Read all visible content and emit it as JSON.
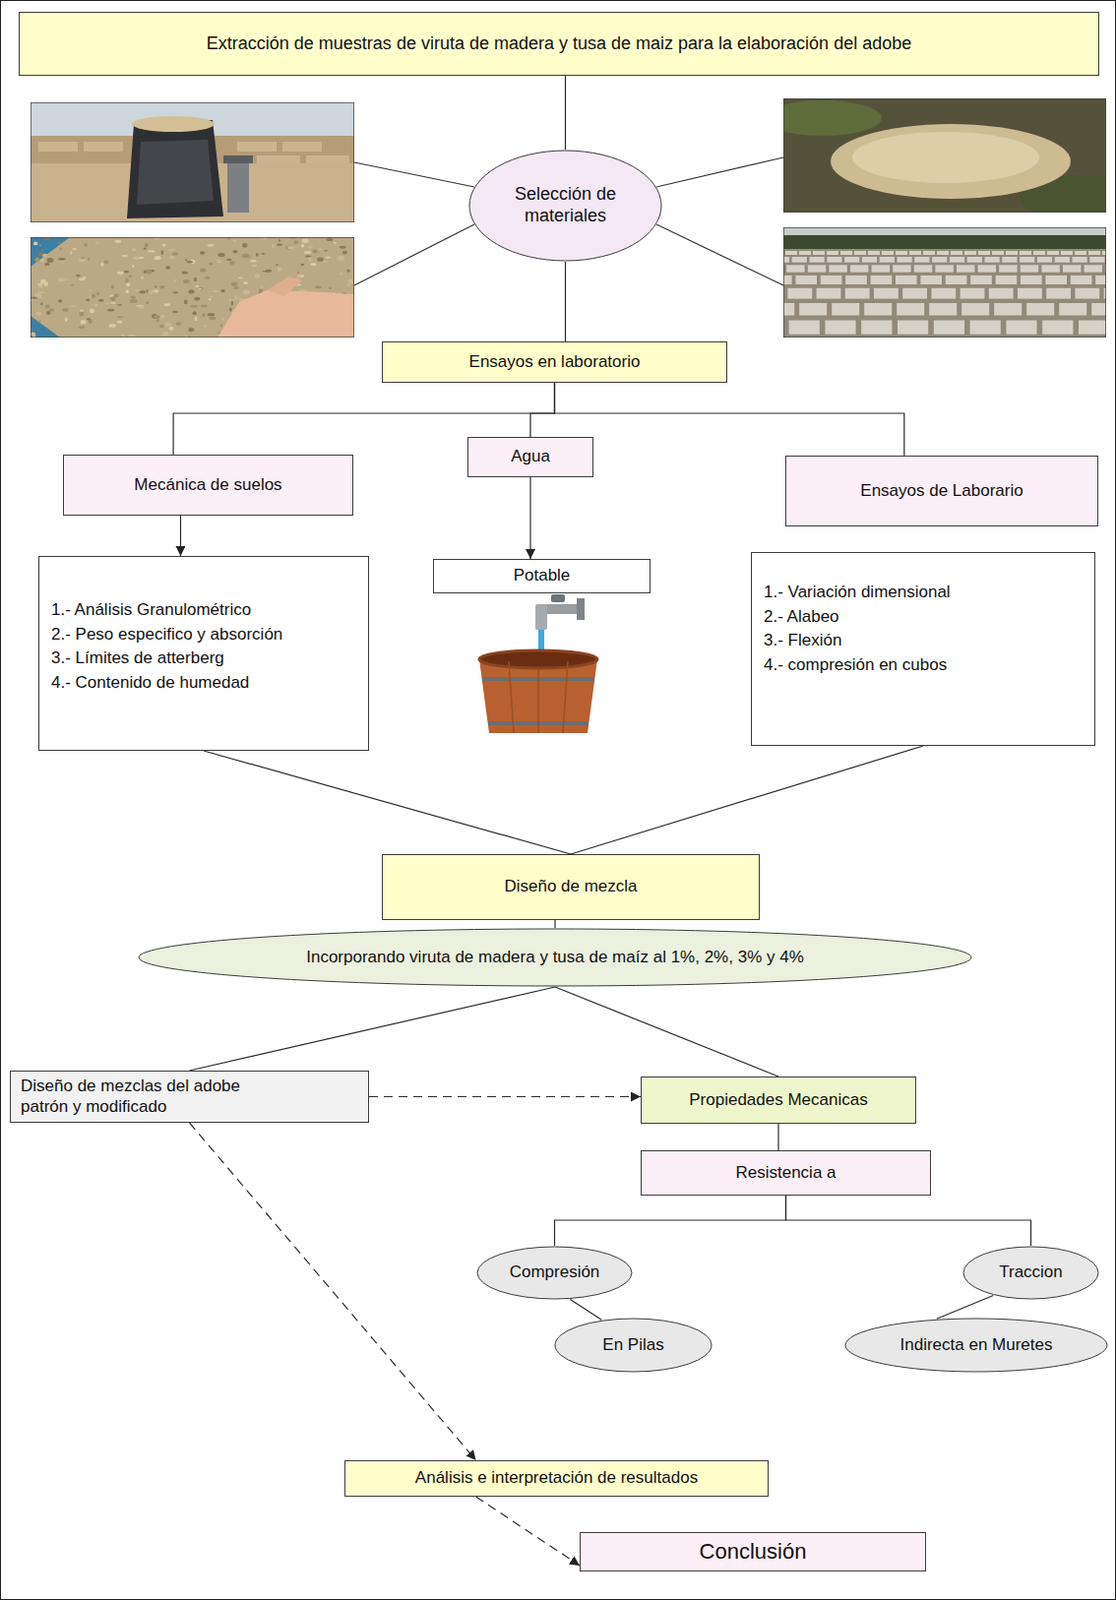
{
  "diagram": {
    "nodes": [
      {
        "text": [
          "Extracción de muestras de viruta de madera y tusa de maiz para la elaboración del adobe"
        ]
      },
      {
        "text": [
          "Selección de materiales"
        ]
      },
      {
        "text": [
          "Ensayos en laboratorio"
        ]
      },
      {
        "text": [
          "Mecánica de suelos"
        ]
      },
      {
        "text": [
          "Agua"
        ]
      },
      {
        "text": [
          "Ensayos de Laborario"
        ]
      },
      {
        "text": [
          "1.- Análisis Granulométrico",
          "2.- Peso especifico y absorción",
          "3.- Límites de atterberg",
          "4.- Contenido de humedad"
        ]
      },
      {
        "text": [
          "Potable"
        ]
      },
      {
        "text": [
          "1.- Variación dimensional",
          "2.- Alabeo",
          "3.- Flexión",
          "4.- compresión en cubos"
        ]
      },
      {
        "text": [
          "Diseño de mezcla"
        ]
      },
      {
        "text": [
          "Incorporando viruta de madera y tusa de maíz al 1%, 2%, 3% y 4%"
        ]
      },
      {
        "text": [
          "Diseño de mezclas del adobe patrón y modificado"
        ]
      },
      {
        "text": [
          "Propiedades Mecanicas"
        ]
      },
      {
        "text": [
          "Resistencia a"
        ]
      },
      {
        "text": [
          "Compresión"
        ]
      },
      {
        "text": [
          "En Pilas"
        ]
      },
      {
        "text": [
          "Traccion"
        ]
      },
      {
        "text": [
          "Indirecta en Muretes"
        ]
      },
      {
        "text": [
          "Análisis e interpretación de resultados"
        ]
      },
      {
        "text": [
          "Conclusión"
        ]
      }
    ],
    "edges": [
      {
        "from": 0,
        "to": 1,
        "arrow": "none"
      },
      {
        "from": 1,
        "to": 2,
        "arrow": "none"
      },
      {
        "from": 2,
        "to": 3,
        "arrow": "none"
      },
      {
        "from": 2,
        "to": 4,
        "arrow": "none"
      },
      {
        "from": 2,
        "to": 5,
        "arrow": "none"
      },
      {
        "from": 3,
        "to": 6,
        "arrow": "to"
      },
      {
        "from": 4,
        "to": 7,
        "arrow": "to"
      },
      {
        "from": 6,
        "to": 9,
        "arrow": "none"
      },
      {
        "from": 8,
        "to": 9,
        "arrow": "none"
      },
      {
        "from": 9,
        "to": 10,
        "arrow": "none"
      },
      {
        "from": 10,
        "to": 11,
        "arrow": "none"
      },
      {
        "from": 10,
        "to": 12,
        "arrow": "none"
      },
      {
        "from": 11,
        "to": 12,
        "arrow": "to"
      },
      {
        "from": 11,
        "to": 18,
        "arrow": "to"
      },
      {
        "from": 12,
        "to": 13,
        "arrow": "none"
      },
      {
        "from": 13,
        "to": 14,
        "arrow": "none"
      },
      {
        "from": 13,
        "to": 16,
        "arrow": "none"
      },
      {
        "from": 14,
        "to": 15,
        "arrow": "none"
      },
      {
        "from": 16,
        "to": 17,
        "arrow": "none"
      },
      {
        "from": 18,
        "to": 19,
        "arrow": "to"
      }
    ]
  }
}
